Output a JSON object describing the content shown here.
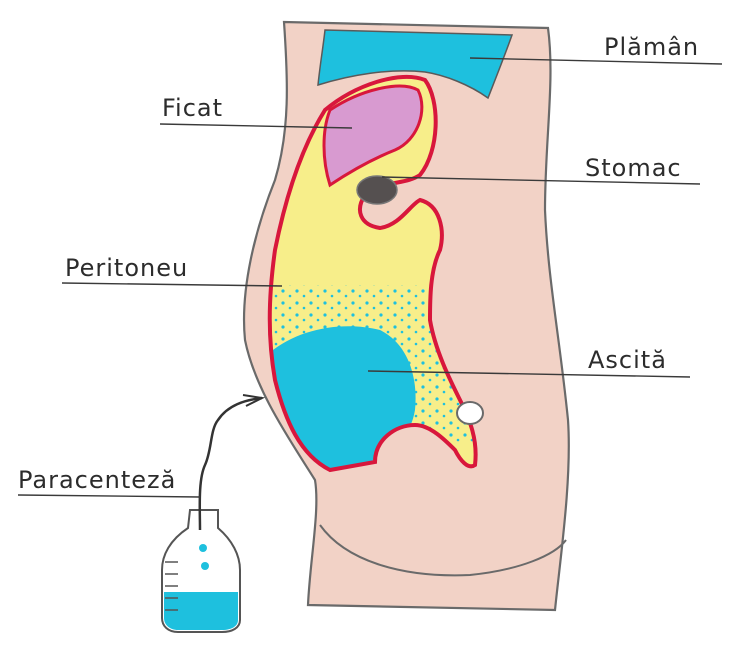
{
  "labels": {
    "lung": "Plămân",
    "liver": "Ficat",
    "stomach": "Stomac",
    "peritoneum": "Peritoneu",
    "ascites": "Ascită",
    "paracentesis": "Paracenteză"
  },
  "colors": {
    "body": "#f2d2c6",
    "lung": "#1ec0de",
    "liver": "#d89ad0",
    "stomach": "#555050",
    "yellow": "#f7ee8a",
    "peritoneum": "#d8173c",
    "ascites": "#1ec0de",
    "outline": "#6a6a6a"
  }
}
